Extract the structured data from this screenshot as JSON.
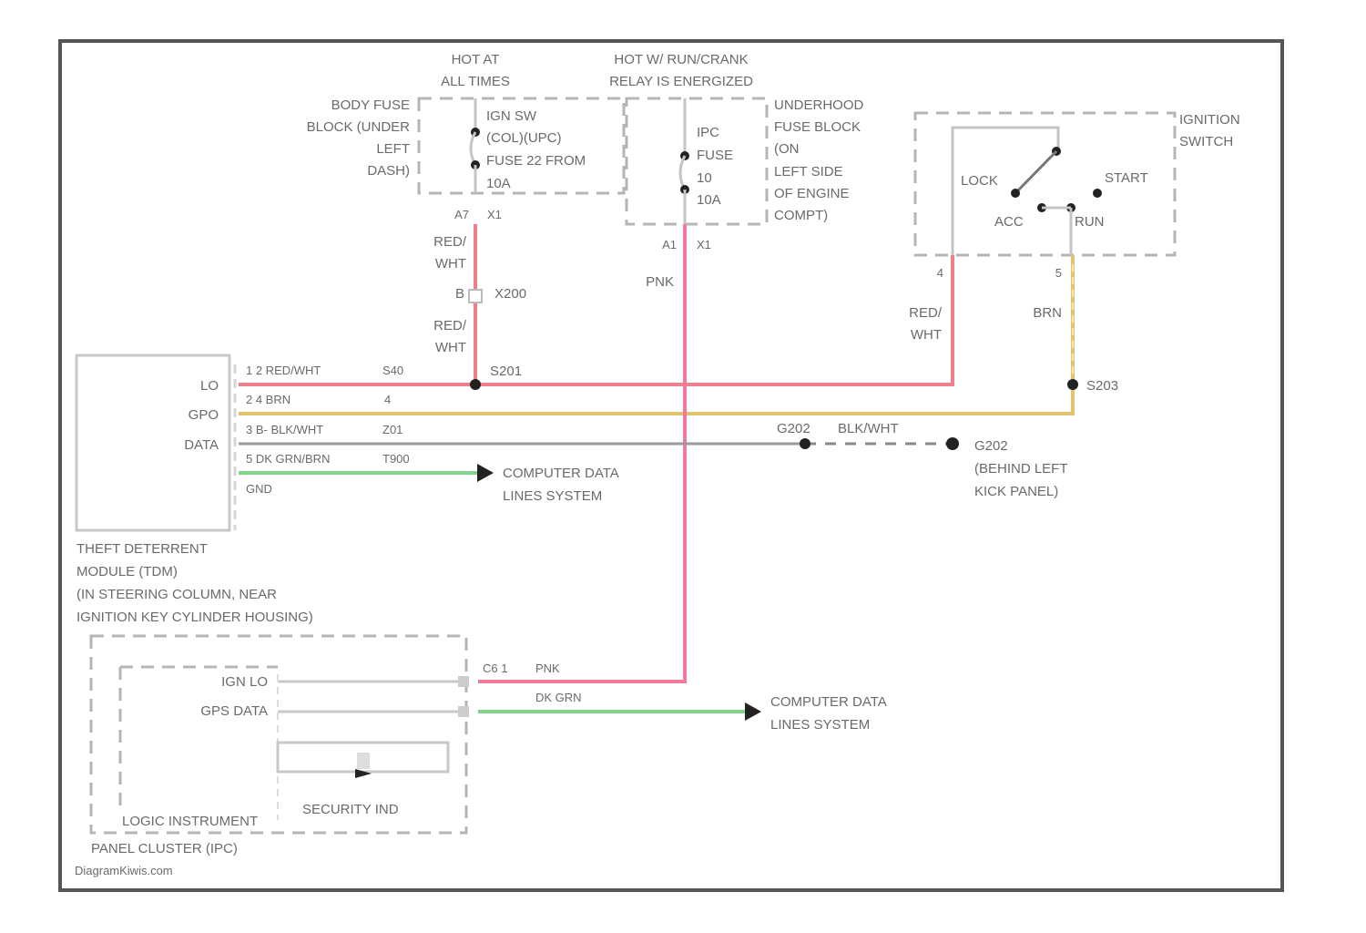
{
  "colors": {
    "frame": "#555555",
    "wire_red_wht": "#f07f8c",
    "wire_pnk": "#f27a98",
    "wire_brn": "#e3c46e",
    "wire_blk_wht": "#9a9a9a",
    "wire_data": "#7fd68a",
    "node": "#222222",
    "text": "#6a6a6a"
  },
  "power_sources": {
    "hot_at_all_times": [
      "HOT AT",
      "ALL TIMES"
    ],
    "hot_w_run_crank": [
      "HOT W/ RUN/CRANK",
      "RELAY IS ENERGIZED"
    ]
  },
  "body_fuse_block": {
    "label": [
      "BODY FUSE",
      "BLOCK (UNDER",
      "LEFT",
      "DASH)"
    ],
    "fuse_label": [
      "IGN SW",
      "(COL)(UPC)",
      "FUSE 22 FROM",
      "10A"
    ],
    "terminal": "A7",
    "connector": "X1"
  },
  "underhood_fuse_block": {
    "label": [
      "UNDERHOOD",
      "FUSE BLOCK",
      "(ON",
      "LEFT SIDE",
      "OF ENGINE",
      "COMPT)"
    ],
    "fuse_label": [
      "IPC",
      "FUSE",
      "10",
      "10A"
    ],
    "terminal": "A1",
    "connector": "X1"
  },
  "ignition_switch": {
    "label": [
      "IGNITION",
      "SWITCH"
    ],
    "positions": [
      "LOCK",
      "ACC",
      "RUN",
      "START"
    ],
    "pin_left": "4",
    "pin_right": "5"
  },
  "wires": {
    "fuse_out_color": [
      "RED/",
      "WHT"
    ],
    "fuse_out_color_lower": [
      "RED/",
      "WHT"
    ],
    "inline_connector": "B",
    "inline_connector_id": "X200",
    "ipc_feed_color": "PNK",
    "ign_left_color": [
      "RED/",
      "WHT"
    ],
    "ign_right_color": "BRN",
    "splice_1": "S201",
    "splice_2": "S203",
    "ground_splice": "G202",
    "ground_wire": "BLK/WHT"
  },
  "tdm_module": {
    "pins": [
      "LO",
      "GPO",
      "DATA"
    ],
    "wire_rows": [
      {
        "pin_color": "1  2 RED/WHT",
        "circuit": "S40"
      },
      {
        "pin_color": "2  4 BRN",
        "circuit": "4"
      },
      {
        "pin_color": "3  B- BLK/WHT",
        "circuit": "Z01"
      },
      {
        "pin_color": "5  DK GRN/BRN",
        "circuit": "T900"
      },
      {
        "pin_color": "GND",
        "circuit": ""
      }
    ],
    "caption": [
      "THEFT DETERRENT",
      "MODULE (TDM)",
      "(IN STEERING COLUMN, NEAR",
      "IGNITION KEY CYLINDER HOUSING)"
    ]
  },
  "computer_data_lines": [
    "COMPUTER DATA",
    "LINES SYSTEM"
  ],
  "ground_location": [
    "G202",
    "(BEHIND LEFT",
    "KICK PANEL)"
  ],
  "instrument_cluster": {
    "pins": [
      "IGN LO",
      "GPS DATA"
    ],
    "logic_label": [
      "LOGIC INSTRUMENT"
    ],
    "caption": "PANEL CLUSTER (IPC)",
    "indicator": "SECURITY IND",
    "pin_row_1": "C6 1",
    "wire_1_color": "PNK",
    "wire_2_color": "DK GRN"
  },
  "watermark": "DiagramKiwis.com"
}
